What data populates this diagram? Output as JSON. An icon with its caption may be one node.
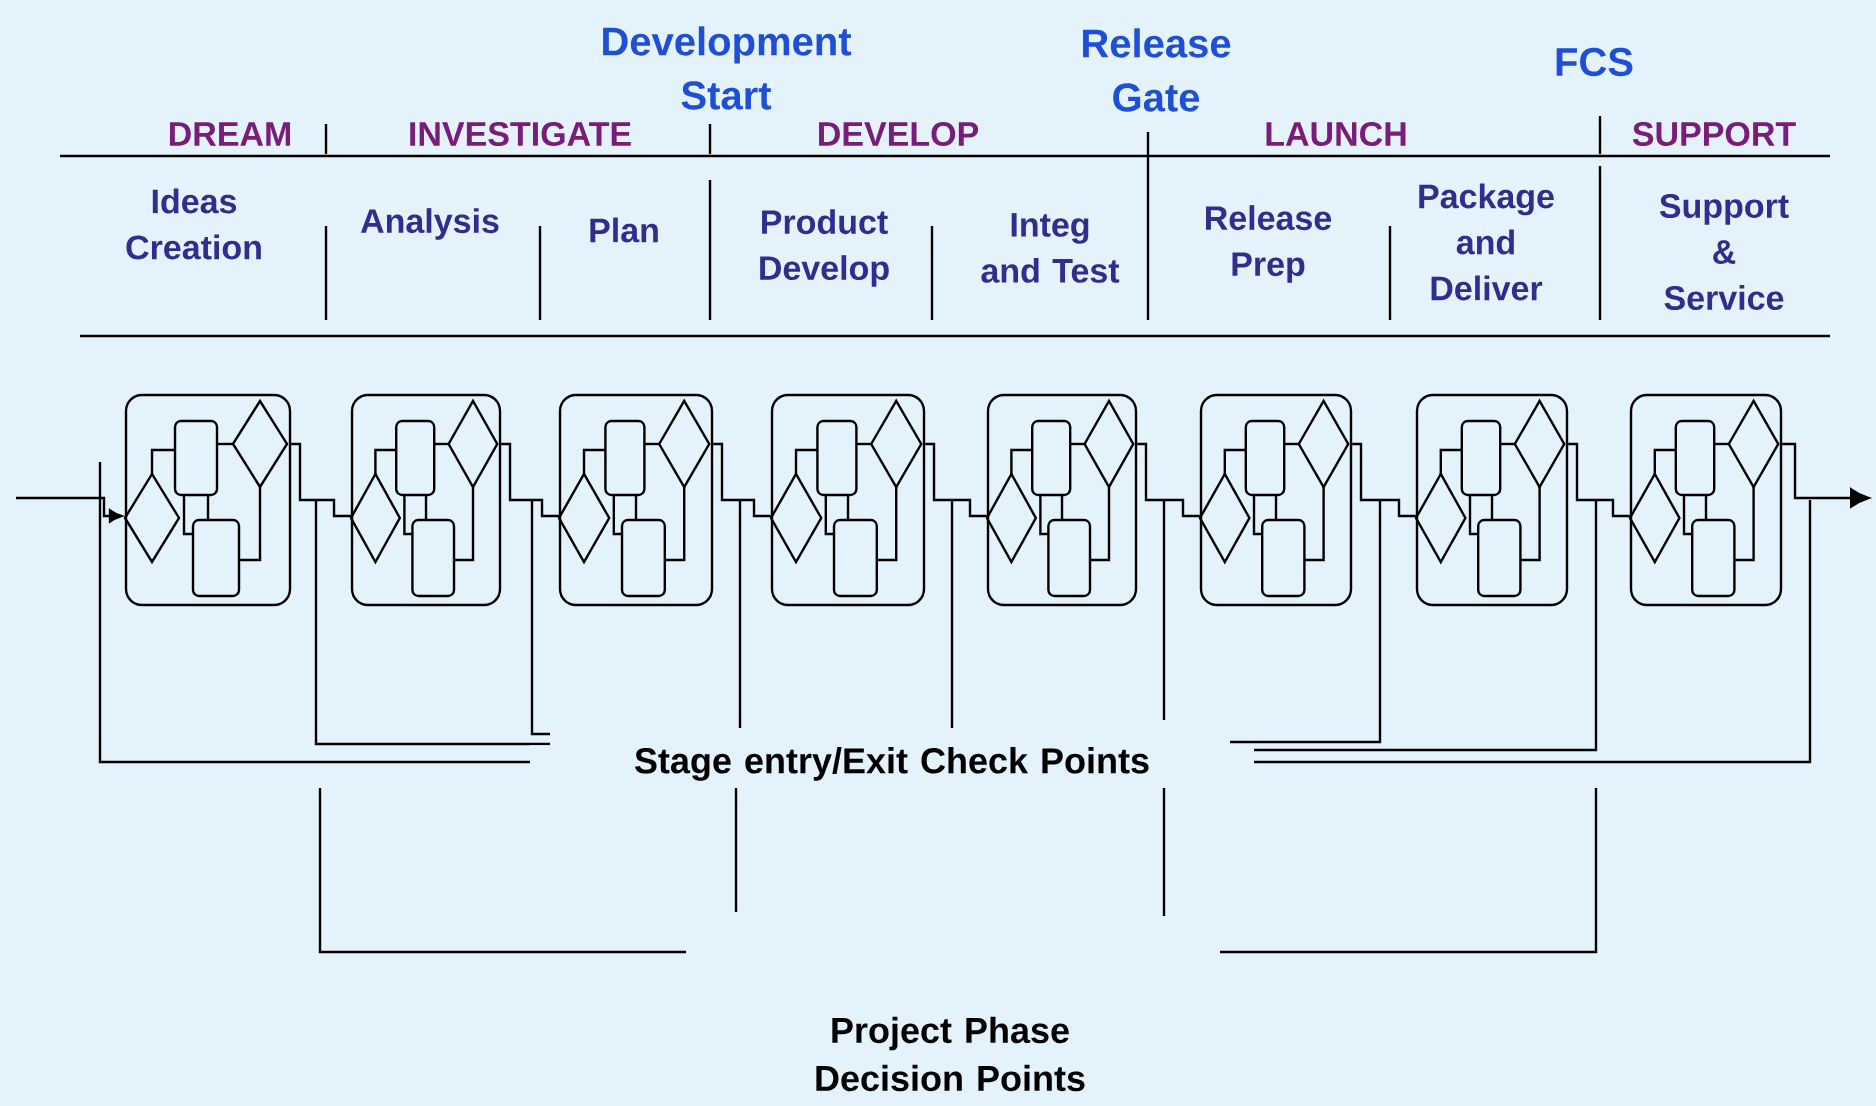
{
  "diagram": {
    "nodes": [
      {
        "text": [],
        "shape": "box"
      },
      {
        "text": [],
        "shape": "box"
      },
      {
        "text": [],
        "shape": "box"
      },
      {
        "text": [],
        "shape": "box"
      },
      {
        "text": [],
        "shape": "box"
      },
      {
        "text": [],
        "shape": "box"
      },
      {
        "text": [],
        "shape": "box"
      },
      {
        "text": [],
        "shape": "box"
      }
    ],
    "edges": [
      {
        "from": 0,
        "to": 1,
        "arrow": "none"
      },
      {
        "from": 1,
        "to": 2,
        "arrow": "none"
      },
      {
        "from": 2,
        "to": 3,
        "arrow": "none"
      },
      {
        "from": 3,
        "to": 4,
        "arrow": "none"
      },
      {
        "from": 4,
        "to": 5,
        "arrow": "none"
      },
      {
        "from": 5,
        "to": 6,
        "arrow": "none"
      },
      {
        "from": 6,
        "to": 7,
        "arrow": "none"
      },
      {
        "from": null,
        "to": 0,
        "arrow": "to"
      },
      {
        "from": 7,
        "to": null,
        "arrow": "to"
      }
    ],
    "labels": [
      "Development Start",
      "Release Gate",
      "FCS",
      "DREAM",
      "INVESTIGATE",
      "DEVELOP",
      "LAUNCH",
      "SUPPORT",
      "Ideas Creation",
      "Analysis",
      "Plan",
      "Product Develop",
      "Integ and Test",
      "Release Prep",
      "Package and Deliver",
      "Support & Service",
      "Stage entry/Exit Check Points",
      "Project Phase Decision Points"
    ]
  }
}
